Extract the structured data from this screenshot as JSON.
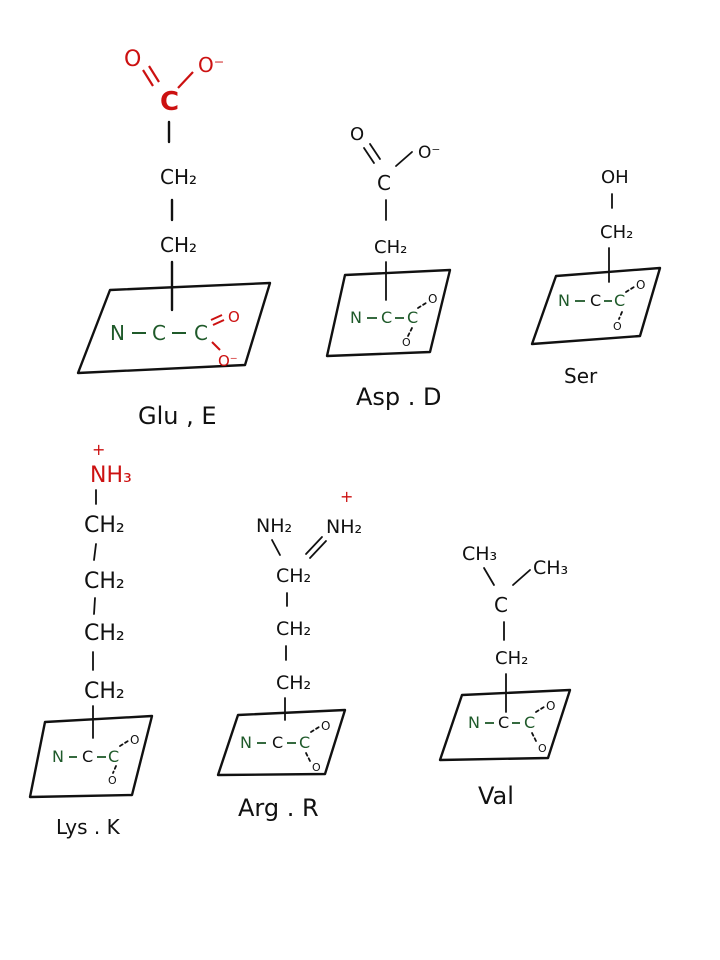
{
  "colors": {
    "ink": "#111111",
    "red": "#cc1111",
    "green": "#1f5a2a"
  },
  "glu": {
    "o_top": "O",
    "o_minus": "O⁻",
    "c": "C",
    "ch2_1": "CH₂",
    "ch2_2": "CH₂",
    "n": "N",
    "ca": "C",
    "cc": "C",
    "o_eq": "O",
    "o_neg": "O⁻",
    "name": "Glu , E"
  },
  "asp": {
    "o_top": "O",
    "o_minus": "O⁻",
    "c": "C",
    "ch2": "CH₂",
    "n": "N",
    "ca": "C",
    "cc": "C",
    "o_eq": "O",
    "o_neg": "O",
    "name": "Asp . D"
  },
  "ser": {
    "oh": "OH",
    "ch2": "CH₂",
    "n": "N",
    "ca": "C",
    "cc": "C",
    "o_eq": "O",
    "o_neg": "O",
    "name": "Ser"
  },
  "lys": {
    "plus": "+",
    "nh3": "NH₃",
    "ch2_1": "CH₂",
    "ch2_2": "CH₂",
    "ch2_3": "CH₂",
    "ch2_4": "CH₂",
    "n": "N",
    "ca": "C",
    "cc": "C",
    "o_eq": "O",
    "o_neg": "O",
    "name": "Lys . K"
  },
  "arg": {
    "nh2_left": "NH₂",
    "nh2_right": "NH₂",
    "plus": "+",
    "ch2_1": "CH₂",
    "ch2_2": "CH₂",
    "ch2_3": "CH₂",
    "n": "N",
    "ca": "C",
    "cc": "C",
    "o_eq": "O",
    "o_neg": "O",
    "name": "Arg . R"
  },
  "val": {
    "ch3_left": "CH₃",
    "ch3_right": "CH₃",
    "c": "C",
    "ch2": "CH₂",
    "n": "N",
    "ca": "C",
    "cc": "C",
    "o_eq": "O",
    "o_neg": "O",
    "name": "Val"
  }
}
